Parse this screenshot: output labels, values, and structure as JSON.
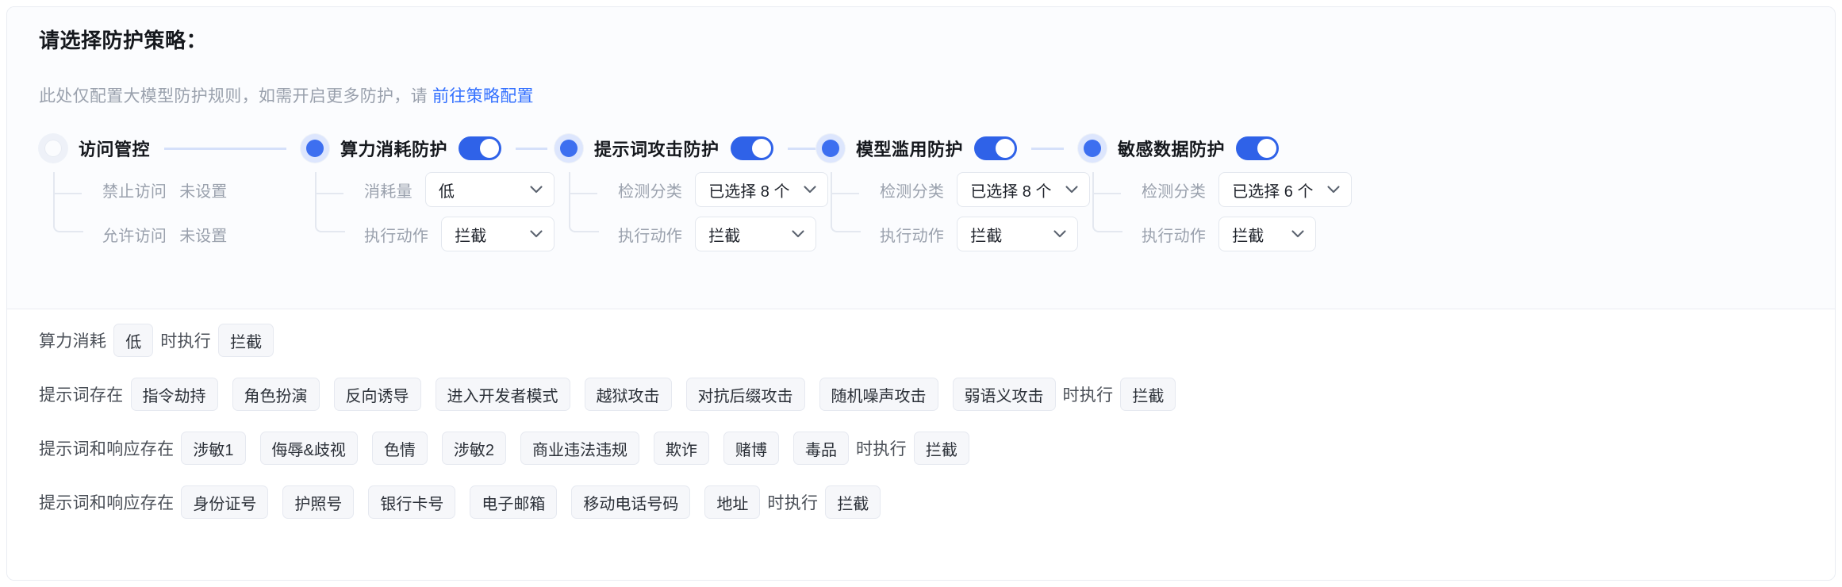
{
  "header": {
    "title": "请选择防护策略：",
    "subtitle_prefix": "此处仅配置大模型防护规则，如需开启更多防护，请 ",
    "subtitle_link": "前往策略配置"
  },
  "stepper": {
    "steps": [
      {
        "label": "访问管控",
        "active": false,
        "has_toggle": false,
        "fields": [
          {
            "label": "禁止访问",
            "type": "text",
            "value": "未设置"
          },
          {
            "label": "允许访问",
            "type": "text",
            "value": "未设置"
          }
        ]
      },
      {
        "label": "算力消耗防护",
        "active": true,
        "has_toggle": true,
        "toggle_on": true,
        "fields": [
          {
            "label": "消耗量",
            "type": "select",
            "value": "低"
          },
          {
            "label": "执行动作",
            "type": "select",
            "value": "拦截"
          }
        ]
      },
      {
        "label": "提示词攻击防护",
        "active": true,
        "has_toggle": true,
        "toggle_on": true,
        "fields": [
          {
            "label": "检测分类",
            "type": "select",
            "value": "已选择 8 个"
          },
          {
            "label": "执行动作",
            "type": "select",
            "value": "拦截"
          }
        ]
      },
      {
        "label": "模型滥用防护",
        "active": true,
        "has_toggle": true,
        "toggle_on": true,
        "fields": [
          {
            "label": "检测分类",
            "type": "select",
            "value": "已选择 8 个"
          },
          {
            "label": "执行动作",
            "type": "select",
            "value": "拦截"
          }
        ]
      },
      {
        "label": "敏感数据防护",
        "active": true,
        "has_toggle": true,
        "toggle_on": true,
        "fields": [
          {
            "label": "检测分类",
            "type": "select",
            "value": "已选择 6 个"
          },
          {
            "label": "执行动作",
            "type": "select",
            "value": "拦截"
          }
        ]
      }
    ]
  },
  "summary": {
    "rows": [
      {
        "prefix": "算力消耗",
        "tags": [
          "低"
        ],
        "middle": "时执行",
        "action": "拦截"
      },
      {
        "prefix": "提示词存在",
        "tags": [
          "指令劫持",
          "角色扮演",
          "反向诱导",
          "进入开发者模式",
          "越狱攻击",
          "对抗后缀攻击",
          "随机噪声攻击",
          "弱语义攻击"
        ],
        "middle": "时执行",
        "action": "拦截"
      },
      {
        "prefix": "提示词和响应存在",
        "tags": [
          "涉敏1",
          "侮辱&歧视",
          "色情",
          "涉敏2",
          "商业违法违规",
          "欺诈",
          "赌博",
          "毒品"
        ],
        "middle": "时执行",
        "action": "拦截"
      },
      {
        "prefix": "提示词和响应存在",
        "tags": [
          "身份证号",
          "护照号",
          "银行卡号",
          "电子邮箱",
          "移动电话号码",
          "地址"
        ],
        "middle": "时执行",
        "action": "拦截"
      }
    ]
  },
  "colors": {
    "accent": "#2f62e8",
    "link": "#3370ff",
    "connector": "#d5e0fa",
    "tag_bg": "#f6f7fa",
    "muted": "#9aa1ad"
  }
}
